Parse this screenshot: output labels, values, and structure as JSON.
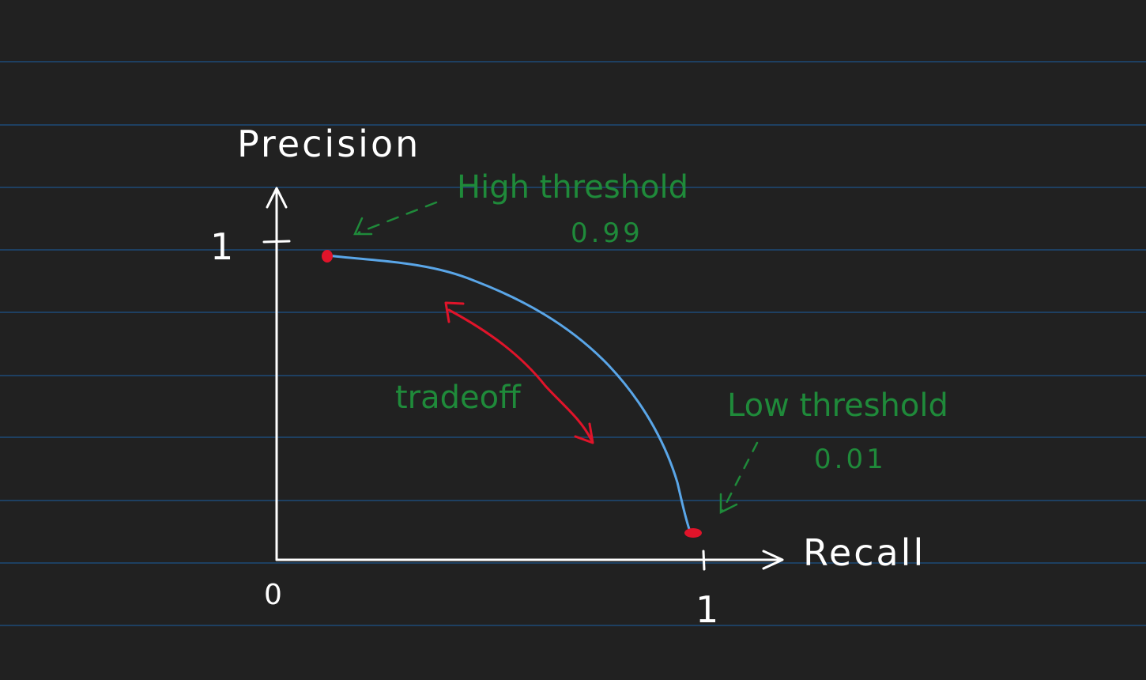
{
  "colors": {
    "background": "#212121",
    "ruled_line": "#1d4a78",
    "ink_white": "#ffffff",
    "ink_green": "#1f8a3a",
    "ink_red": "#e0142a",
    "ink_blue": "#5aa6e8"
  },
  "axes": {
    "y_label": "Precision",
    "x_label": "Recall",
    "origin_label": "0",
    "y_tick_label": "1",
    "x_tick_label": "1"
  },
  "annotations": {
    "high_threshold_label": "High threshold",
    "high_threshold_value": "0.99",
    "low_threshold_label": "Low threshold",
    "low_threshold_value": "0.01",
    "tradeoff_label": "tradeoff"
  },
  "curve": {
    "description_points": [
      {
        "recall": 0.12,
        "precision": 0.95
      },
      {
        "recall": 1.0,
        "precision": 0.08
      }
    ]
  }
}
